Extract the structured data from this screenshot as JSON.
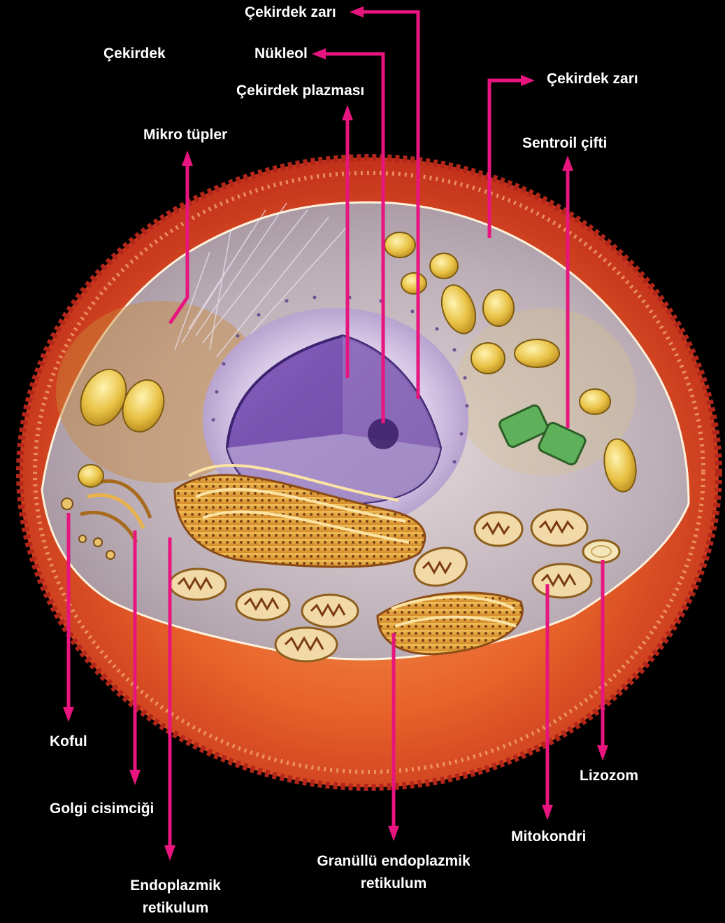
{
  "labels": {
    "cekirdek_zari_top": "Çekirdek zarı",
    "cekirdek": "Çekirdek",
    "nukleol": "Nükleol",
    "cekirdek_plazmasi": "Çekirdek plazması",
    "cekirdek_zari_right": "Çekirdek zarı",
    "mikro_tupler": "Mikro tüpler",
    "sentroil_cifti": "Sentroil çifti",
    "koful": "Koful",
    "golgi": "Golgi cisimciği",
    "endoplazmik_1": "Endoplazmik",
    "endoplazmik_2": "retikulum",
    "granullu_1": "Granüllü endoplazmik",
    "granullu_2": "retikulum",
    "lizozom": "Lizozom",
    "mitokondri": "Mitokondri"
  },
  "colors": {
    "background": "#000000",
    "arrow": "#e8157f",
    "label": "#ffffff",
    "membrane": "#e2401f",
    "cytoplasm": "#cfc2c6",
    "nucleus": "#7d56b3",
    "organelle_yellow": "#e8c245",
    "centriole": "#4fa44b"
  }
}
